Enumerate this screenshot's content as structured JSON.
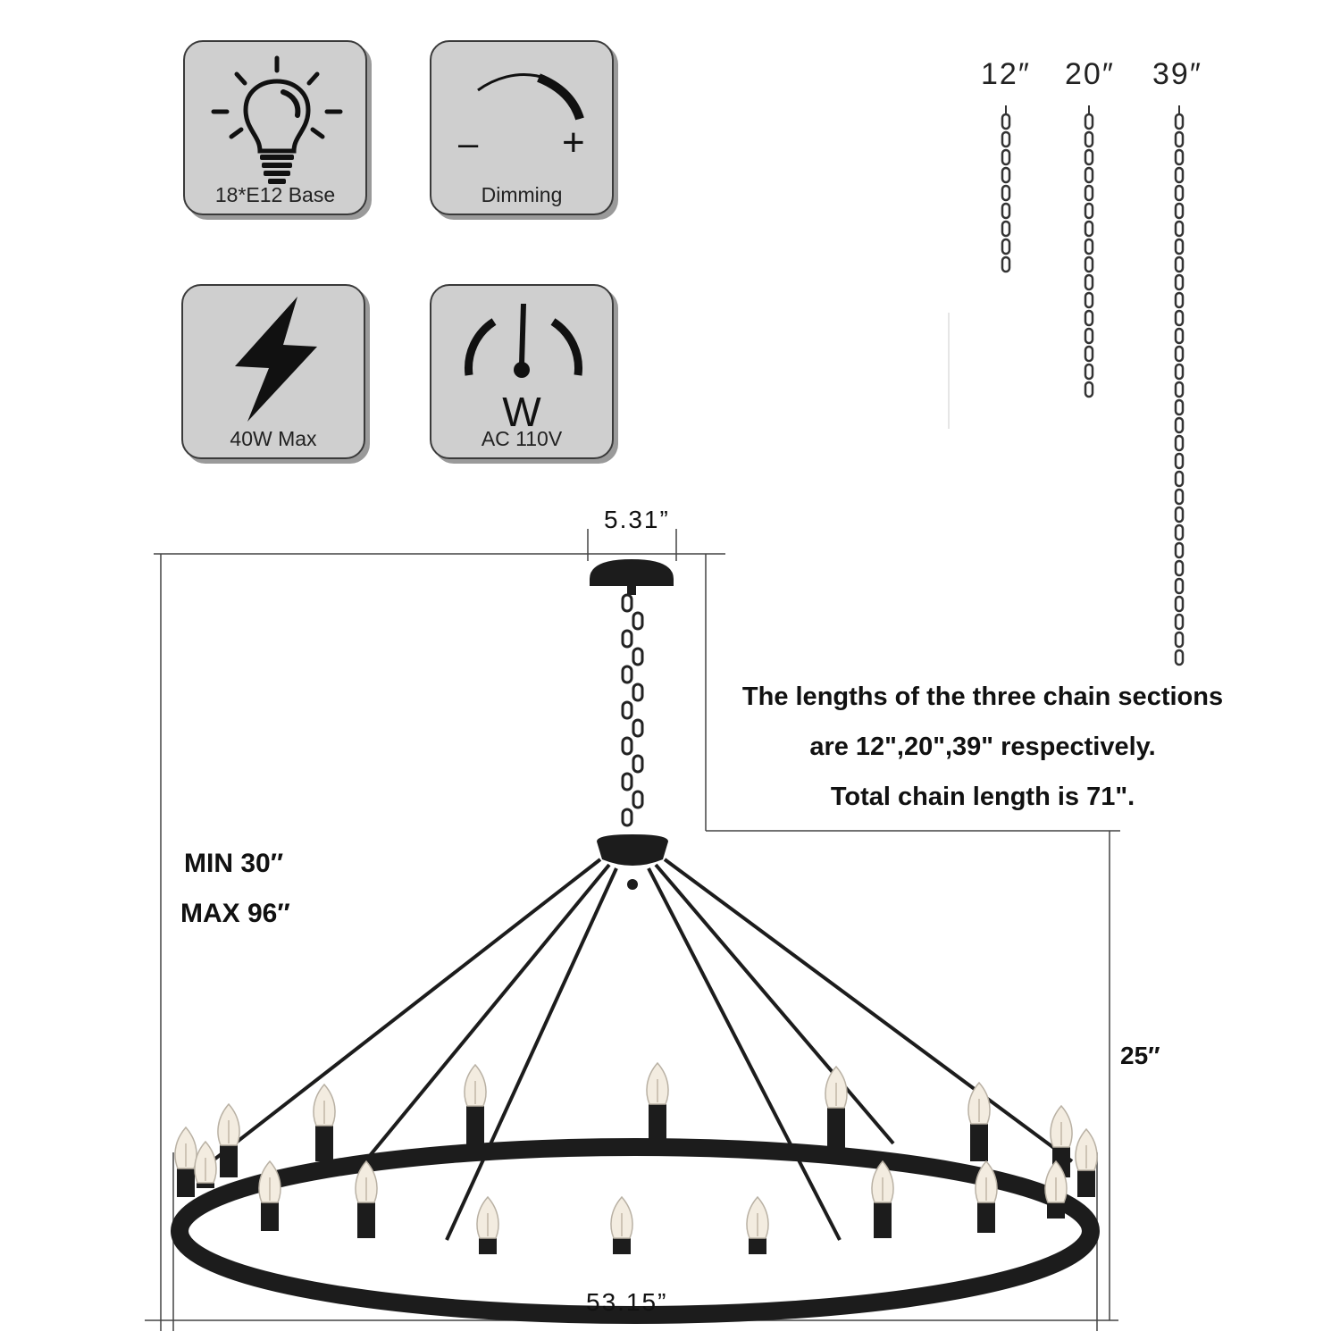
{
  "features": {
    "bulb": {
      "label": "18*E12 Base",
      "icon": "light-bulb-icon"
    },
    "dimming": {
      "label": "Dimming",
      "minus": "–",
      "plus": "+",
      "icon": "dimmer-arc-icon"
    },
    "power": {
      "label": "40W Max",
      "icon": "lightning-bolt-icon"
    },
    "voltage": {
      "label": "AC 110V",
      "unit": "W",
      "icon": "gauge-icon"
    }
  },
  "chains": [
    {
      "label": "12″"
    },
    {
      "label": "20″"
    },
    {
      "label": "39″"
    }
  ],
  "dimensions": {
    "canopy_width": "5.31”",
    "height_range_min": "MIN 30″",
    "height_range_max": "MAX 96″",
    "fixture_height": "25″",
    "fixture_width": "53.15”"
  },
  "description": {
    "line1": "The lengths of the three chain sections",
    "line2": "are 12\",20\",39\" respectively.",
    "line3": "Total chain length is 71\"."
  },
  "colors": {
    "tile_bg": "#cfcfcf",
    "tile_border": "#3a3a3a",
    "fixture": "#1c1c1c",
    "chain": "#333333",
    "bulb_glass": "#f3ece0"
  }
}
